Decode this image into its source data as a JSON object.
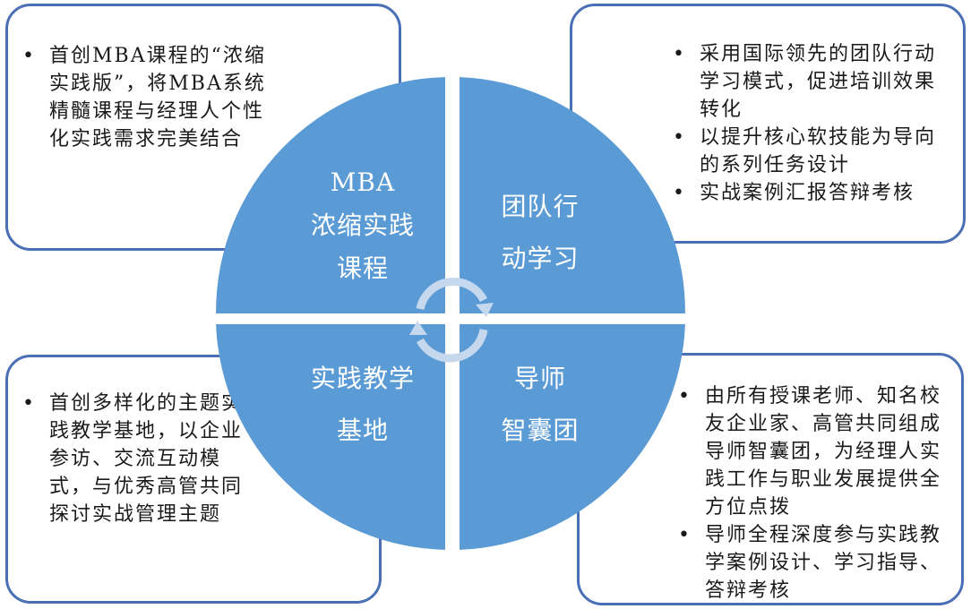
{
  "colors": {
    "quadrant_fill": "#5b9bd5",
    "box_border": "#4a6fb5",
    "box_text": "#1a1a1a",
    "label_text": "#ffffff",
    "cycle_arrow": "#c5d8ee"
  },
  "quadrants": {
    "top_left": {
      "lines": [
        "MBA",
        "浓缩实践",
        "课程"
      ]
    },
    "top_right": {
      "lines": [
        "团队行",
        "动学习"
      ]
    },
    "bottom_left": {
      "lines": [
        "实践教学",
        "基地"
      ]
    },
    "bottom_right": {
      "lines": [
        "导师",
        "智囊团"
      ]
    }
  },
  "boxes": {
    "top_left": {
      "bullets": [
        "首创MBA课程的“浓缩实践版”，将MBA系统精髓课程与经理人个性化实践需求完美结合"
      ]
    },
    "top_right": {
      "bullets": [
        "采用国际领先的团队行动学习模式，促进培训效果转化",
        "以提升核心软技能为导向的系列任务设计",
        "实战案例汇报答辩考核"
      ]
    },
    "bottom_left": {
      "bullets": [
        "首创多样化的主题实践教学基地，以企业参访、交流互动模式，与优秀高管共同探讨实战管理主题"
      ]
    },
    "bottom_right": {
      "bullets": [
        "由所有授课老师、知名校友企业家、高管共同组成导师智囊团，为经理人实践工作与职业发展提供全方位点拨",
        "导师全程深度参与实践教学案例设计、学习指导、答辩考核"
      ]
    }
  },
  "icons": {
    "bullet": "•",
    "cycle": "cycle-arrows-icon"
  }
}
